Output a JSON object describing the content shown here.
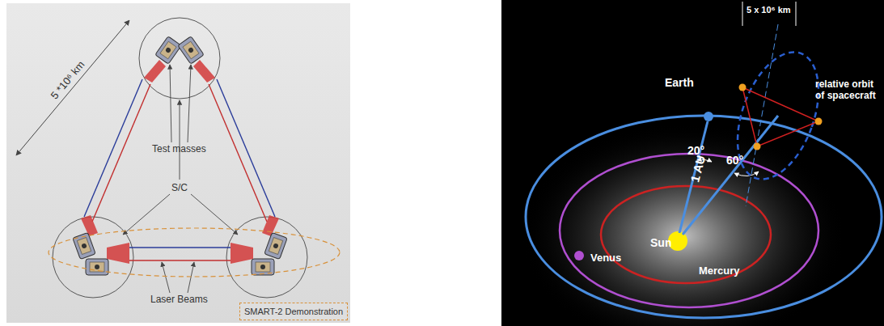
{
  "diagram": {
    "nodes": [
      {
        "text": [
          "SMART-2 Demonstration"
        ]
      }
    ],
    "labels": [
      "5 *10⁶ km",
      "Test masses",
      "S/C",
      "Laser Beams",
      "Earth",
      "1 AU",
      "20°",
      "60°",
      "Sun",
      "Venus",
      "Mercury",
      "5 x 10⁶ km",
      "relative orbit of spacecraft"
    ]
  }
}
